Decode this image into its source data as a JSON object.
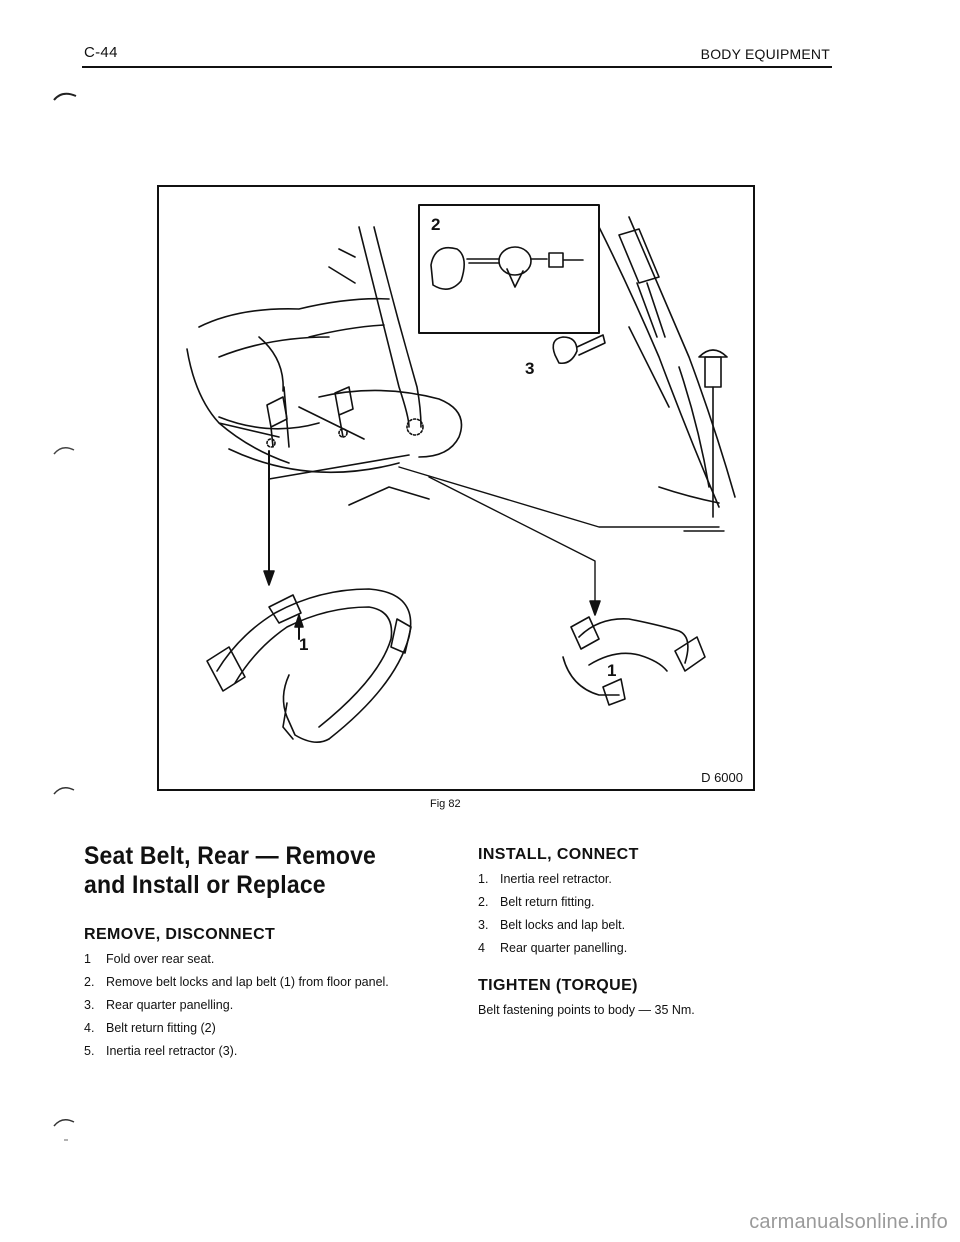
{
  "header": {
    "page_number": "C-44",
    "section": "BODY EQUIPMENT"
  },
  "figure": {
    "code": "D 6000",
    "caption": "Fig 82",
    "labels": {
      "inset": "2",
      "retractor": "3",
      "left_belt": "1",
      "right_belt": "1"
    }
  },
  "title": "Seat Belt, Rear — Remove and Install or Replace",
  "remove": {
    "heading": "REMOVE, DISCONNECT",
    "items": [
      {
        "num": "1",
        "text": "Fold over rear seat."
      },
      {
        "num": "2.",
        "text": "Remove belt locks and lap belt (1) from floor panel."
      },
      {
        "num": "3.",
        "text": "Rear quarter panelling."
      },
      {
        "num": "4.",
        "text": "Belt return fitting (2)"
      },
      {
        "num": "5.",
        "text": "Inertia reel retractor (3)."
      }
    ]
  },
  "install": {
    "heading": "INSTALL, CONNECT",
    "items": [
      {
        "num": "1.",
        "text": "Inertia reel retractor."
      },
      {
        "num": "2.",
        "text": "Belt return fitting."
      },
      {
        "num": "3.",
        "text": "Belt locks and lap belt."
      },
      {
        "num": "4",
        "text": "Rear quarter panelling."
      }
    ]
  },
  "tighten": {
    "heading": "TIGHTEN (TORQUE)",
    "text": "Belt fastening points to body — 35 Nm."
  },
  "watermark": "carmanualsonline.info"
}
